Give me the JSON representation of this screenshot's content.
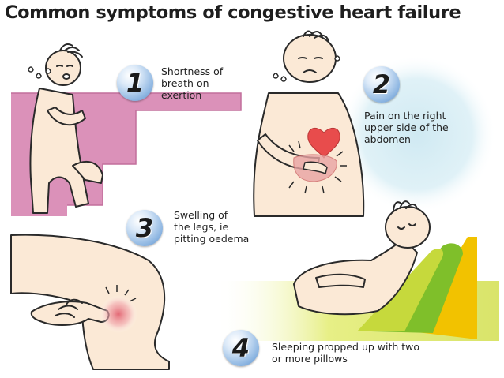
{
  "title": "Common symptoms of congestive heart failure",
  "symptoms": [
    {
      "number": "1",
      "lines": [
        "Shortness of",
        "breath on",
        "exertion"
      ]
    },
    {
      "number": "2",
      "lines": [
        "Pain on the right",
        "upper side of the",
        "abdomen"
      ]
    },
    {
      "number": "3",
      "lines": [
        "Swelling of",
        "the legs, ie",
        "pitting oedema"
      ]
    },
    {
      "number": "4",
      "lines": [
        "Sleeping propped up with two",
        "or more pillows"
      ]
    }
  ],
  "colors": {
    "skin": "#fbe9d6",
    "outline": "#2a2a2a",
    "stairs": "#d98bb5",
    "glow_blue": "#c9e6f0",
    "heart": "#e84c4c",
    "pillow_yellow": "#f2c200",
    "pillow_green": "#7fbf2a",
    "bed_lime": "#dfe86a",
    "swelling": "#e9a4a4"
  }
}
